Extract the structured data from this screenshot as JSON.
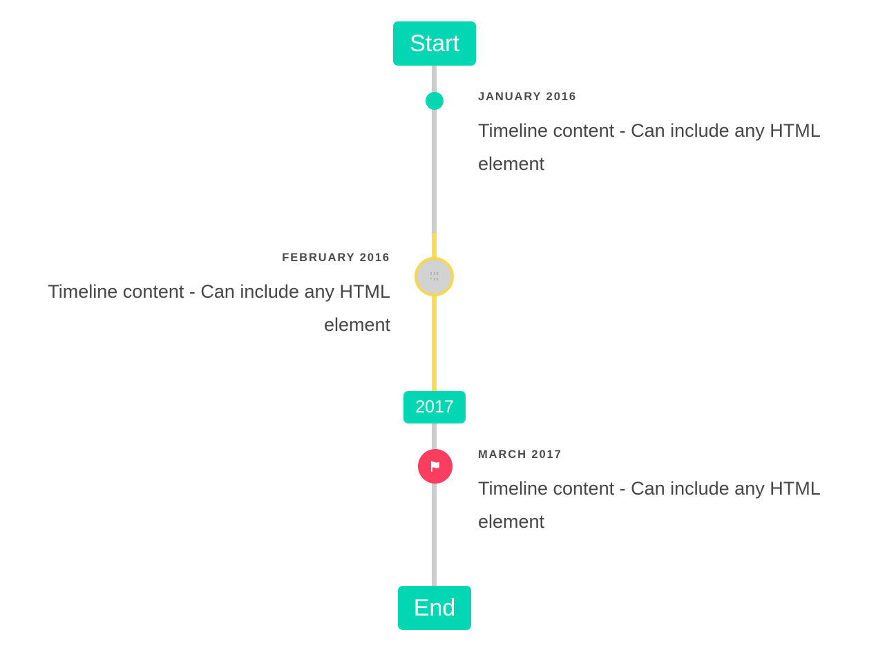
{
  "timeline": {
    "start_label": "Start",
    "end_label": "End",
    "year_marker_label": "2017",
    "colors": {
      "accent_teal": "#03d6b2",
      "accent_yellow": "#f5d84f",
      "accent_pink": "#fb3d60",
      "line_grey": "#cbcbcb",
      "marker_grey_fill": "#d2d2d2",
      "date_text": "#4b4b4b",
      "body_text": "#464646",
      "badge_text": "#ffffff",
      "background": "#ffffff"
    },
    "entries": [
      {
        "date": "January 2016",
        "body": "Timeline content - Can include any HTML element",
        "side": "right",
        "marker_icon": "dot-icon"
      },
      {
        "date": "February 2016",
        "body": "Timeline content - Can include any HTML element",
        "side": "left",
        "marker_icon": "broken-image-icon"
      },
      {
        "date": "March 2017",
        "body": "Timeline content - Can include any HTML element",
        "side": "right",
        "marker_icon": "flag-icon"
      }
    ]
  }
}
